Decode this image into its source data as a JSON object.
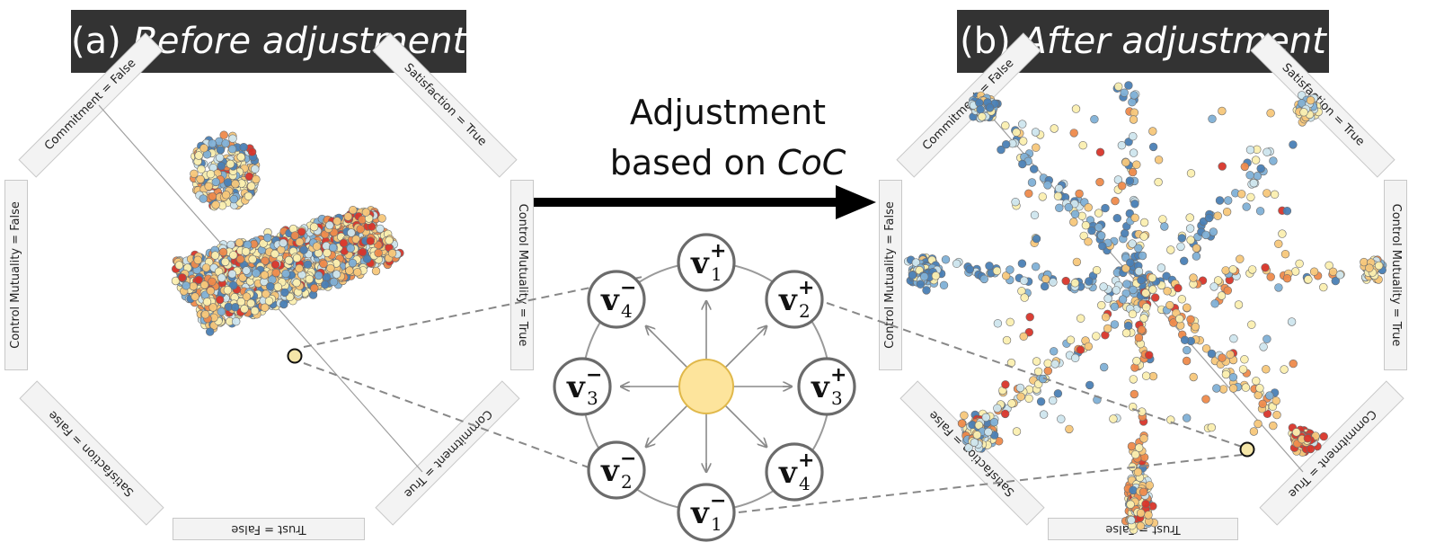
{
  "panel_a": {
    "title_prefix": "(a) ",
    "title_italic": "Before adjustment",
    "labels": {
      "commitment_false": "Commitment = False",
      "satisfaction_true": "Satisfaction = True",
      "control_false": "Control Mutuality = False",
      "control_true": "Control Mutuality = True",
      "satisfaction_false": "Satisfaction = False",
      "commitment_true": "Commitment = True",
      "trust_false": "Trust = False"
    }
  },
  "panel_b": {
    "title_prefix": "(b) ",
    "title_italic": "After adjustment",
    "labels": {
      "commitment_false": "Commitment = False",
      "satisfaction_true": "Satisfaction = True",
      "control_false": "Control Mutuality = False",
      "control_true": "Control Mutuality = True",
      "satisfaction_false": "Satisfaction = False",
      "commitment_true": "Commitment = True",
      "trust_false": "Trust = False"
    }
  },
  "arrow": {
    "line1": "Adjustment",
    "line2_prefix": "based on ",
    "line2_italic": "CoC"
  },
  "vectors": [
    {
      "id": "v1+",
      "base": "v",
      "sub": "1",
      "sup": "+"
    },
    {
      "id": "v2+",
      "base": "v",
      "sub": "2",
      "sup": "+"
    },
    {
      "id": "v3+",
      "base": "v",
      "sub": "3",
      "sup": "+"
    },
    {
      "id": "v4+",
      "base": "v",
      "sub": "4",
      "sup": "+"
    },
    {
      "id": "v1-",
      "base": "v",
      "sub": "1",
      "sup": "−"
    },
    {
      "id": "v2-",
      "base": "v",
      "sub": "2",
      "sup": "−"
    },
    {
      "id": "v3-",
      "base": "v",
      "sub": "3",
      "sup": "−"
    },
    {
      "id": "v4-",
      "base": "v",
      "sub": "4",
      "sup": "−"
    }
  ],
  "colors": {
    "banner": "#333333",
    "center_node": "#fde49c",
    "scale": [
      "#4a7fb5",
      "#7fb0d6",
      "#cfe6ee",
      "#fbefb0",
      "#f7c77a",
      "#ee8a4b",
      "#d8352a"
    ]
  }
}
